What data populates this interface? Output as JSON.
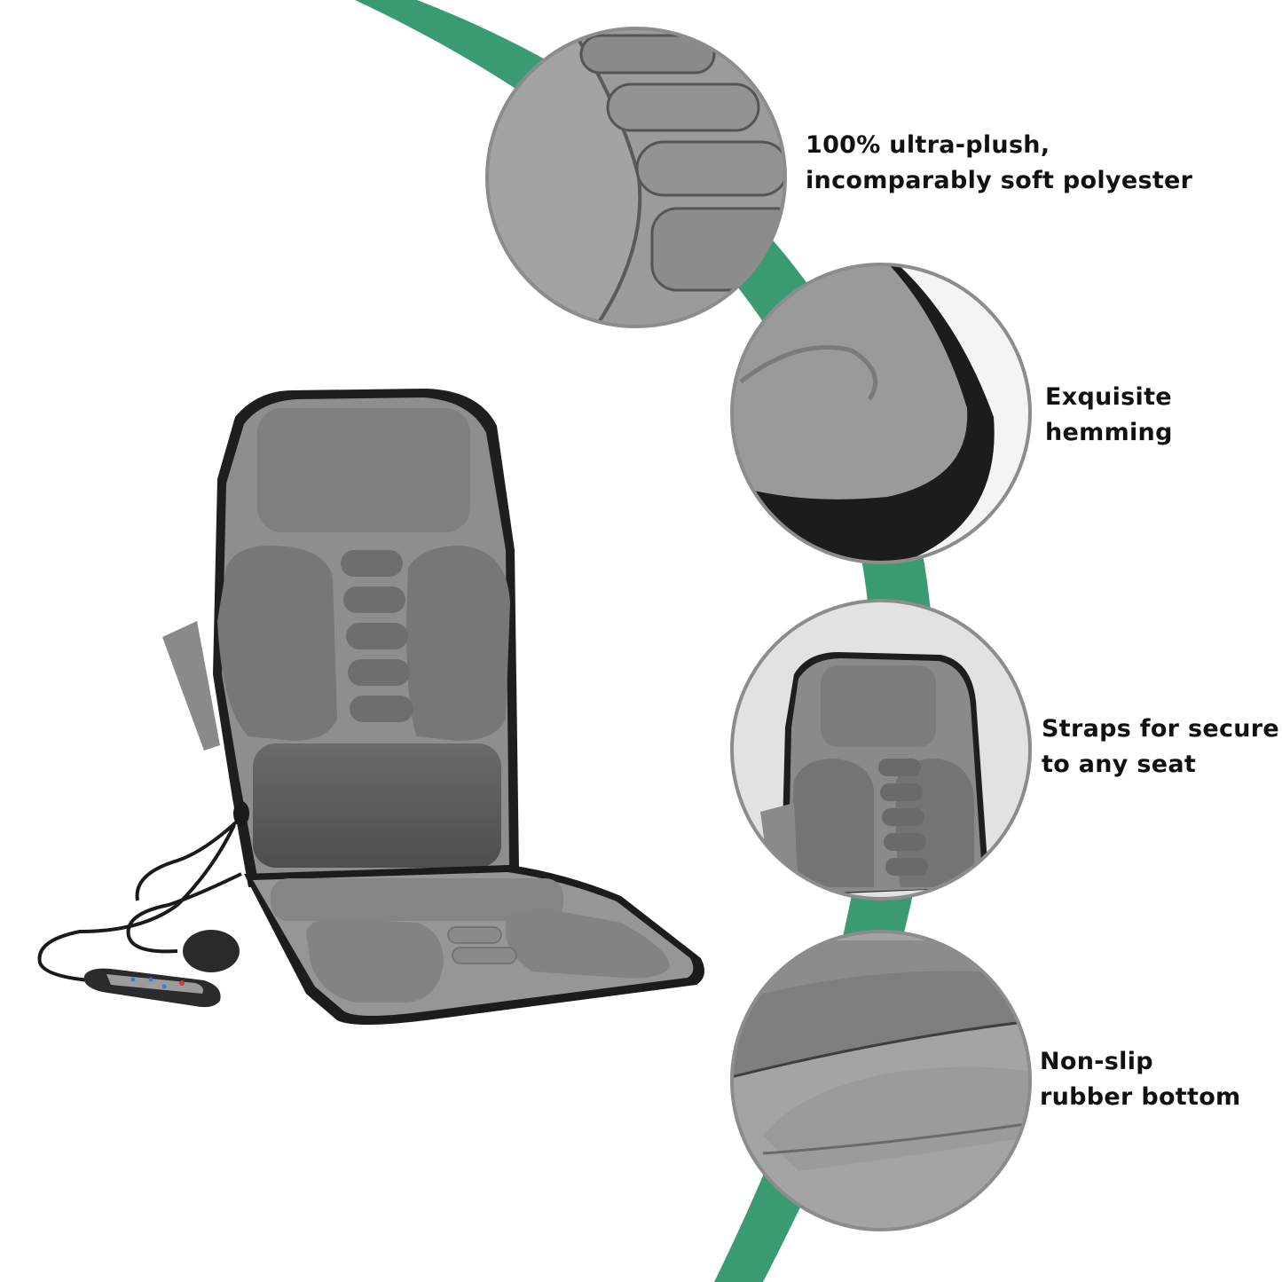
{
  "colors": {
    "background": "#ffffff",
    "arc": "#3a9b72",
    "circle_border": "#8c8c8c",
    "text": "#111111",
    "fabric_light": "#9a9a9a",
    "fabric_mid": "#7d7d7d",
    "fabric_dark": "#5e5e5e",
    "hem_black": "#1c1c1c"
  },
  "product": {
    "name": "massage-seat-cushion",
    "parts": [
      "headrest-pad",
      "shoulder-pads",
      "spine-nodes",
      "lumbar-pad",
      "seat-cushion",
      "side-strap",
      "controller-cable",
      "hand-remote",
      "air-bulb"
    ]
  },
  "features": [
    {
      "id": "fabric",
      "lines": [
        "100% ultra-plush,",
        "incomparably soft polyester"
      ]
    },
    {
      "id": "hemming",
      "lines": [
        "Exquisite",
        "hemming"
      ]
    },
    {
      "id": "straps",
      "lines": [
        "Straps for secure",
        "to any seat"
      ]
    },
    {
      "id": "nonslip",
      "lines": [
        "Non-slip",
        "rubber bottom"
      ]
    }
  ]
}
